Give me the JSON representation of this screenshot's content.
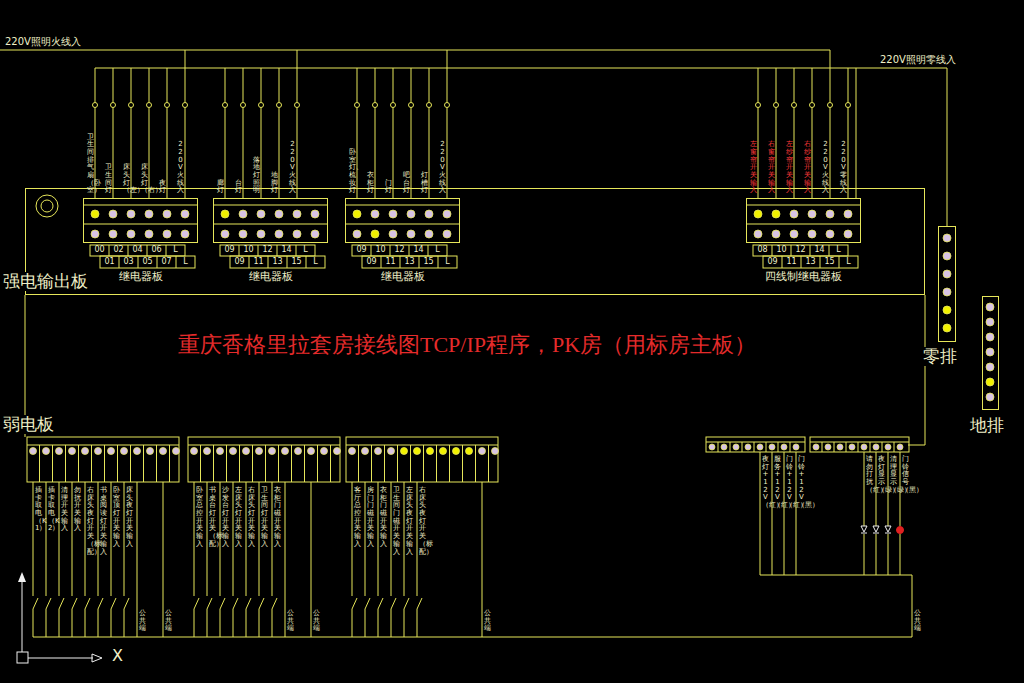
{
  "diagram": {
    "title": "重庆香格里拉套房接线图TCP/IP程序，PK房（用标房主板）",
    "nodes": [
      {
        "text": [
          "强电输出板"
        ]
      },
      {
        "text": [
          "继电器板"
        ],
        "in": 0
      },
      {
        "text": [
          "继电器板"
        ],
        "in": 0
      },
      {
        "text": [
          "继电器板"
        ],
        "in": 0
      },
      {
        "text": [
          "四线制继电器板"
        ],
        "in": 0
      },
      {
        "text": [
          "弱电板"
        ]
      },
      {
        "text": [
          "零排"
        ]
      },
      {
        "text": [
          "地排"
        ]
      }
    ],
    "edges": [
      {
        "from": 4,
        "to": 6,
        "arrow": "none"
      }
    ],
    "labels": [
      "220V照明火线入",
      "220V照明零线入",
      "卫生间排气扇（卧室）",
      "卫生间灯",
      "床头灯（左）",
      "床头灯（右）",
      "夜灯",
      "220V火线入",
      "00",
      "02",
      "04",
      "06",
      "L",
      "01",
      "03",
      "05",
      "07",
      "L",
      "廊灯",
      "台灯",
      "落地灯照明",
      "地脚灯",
      "220V火线入",
      "09",
      "10",
      "12",
      "14",
      "L",
      "09",
      "11",
      "13",
      "15",
      "L",
      "卧室灯、梳妆灯",
      "衣柜灯",
      "门灯",
      "吧台灯",
      "灯槽灯",
      "220V火线入",
      "09",
      "10",
      "12",
      "14",
      "L",
      "09",
      "11",
      "13",
      "15",
      "L",
      "左窗帘开关输入",
      "右窗帘开关输入",
      "左纱帘开关输入",
      "右纱帘开关输入",
      "220V火线入",
      "220V零线入",
      "08",
      "10",
      "12",
      "14",
      "L",
      "09",
      "11",
      "13",
      "15",
      "L",
      "插卡取电（K1）",
      "插卡取电（K2）",
      "清理开关输入",
      "勿扰开关输入",
      "右床头夜灯开关（标配）",
      "书桌阅读灯开关输入",
      "卧室顶灯开关输入",
      "床头夜灯开关输入",
      "卧室总控开关输入",
      "书桌台灯开关（标配）",
      "沙发台灯开关输入",
      "左床头灯开关输入",
      "右床头灯开关输入",
      "卫生间灯开关输入",
      "衣柜门磁开关输入",
      "客厅总控开关输入",
      "房门门磁开关输入",
      "衣柜门磁开关输入",
      "卫生间门磁开关输入",
      "左床头夜灯开关输入",
      "右床头夜灯开关（标配）",
      "夜灯+12V（红）",
      "服务+12V（红）",
      "门铃+12V（红）",
      "门铃+12V（黑）",
      "请勿打扰（红）",
      "夜灯显示（绿）",
      "清理显示（绿）",
      "门铃信号（黑）",
      "公共端",
      "公共端",
      "公共端",
      "公共端",
      "公共端",
      "公共端",
      "X"
    ]
  }
}
